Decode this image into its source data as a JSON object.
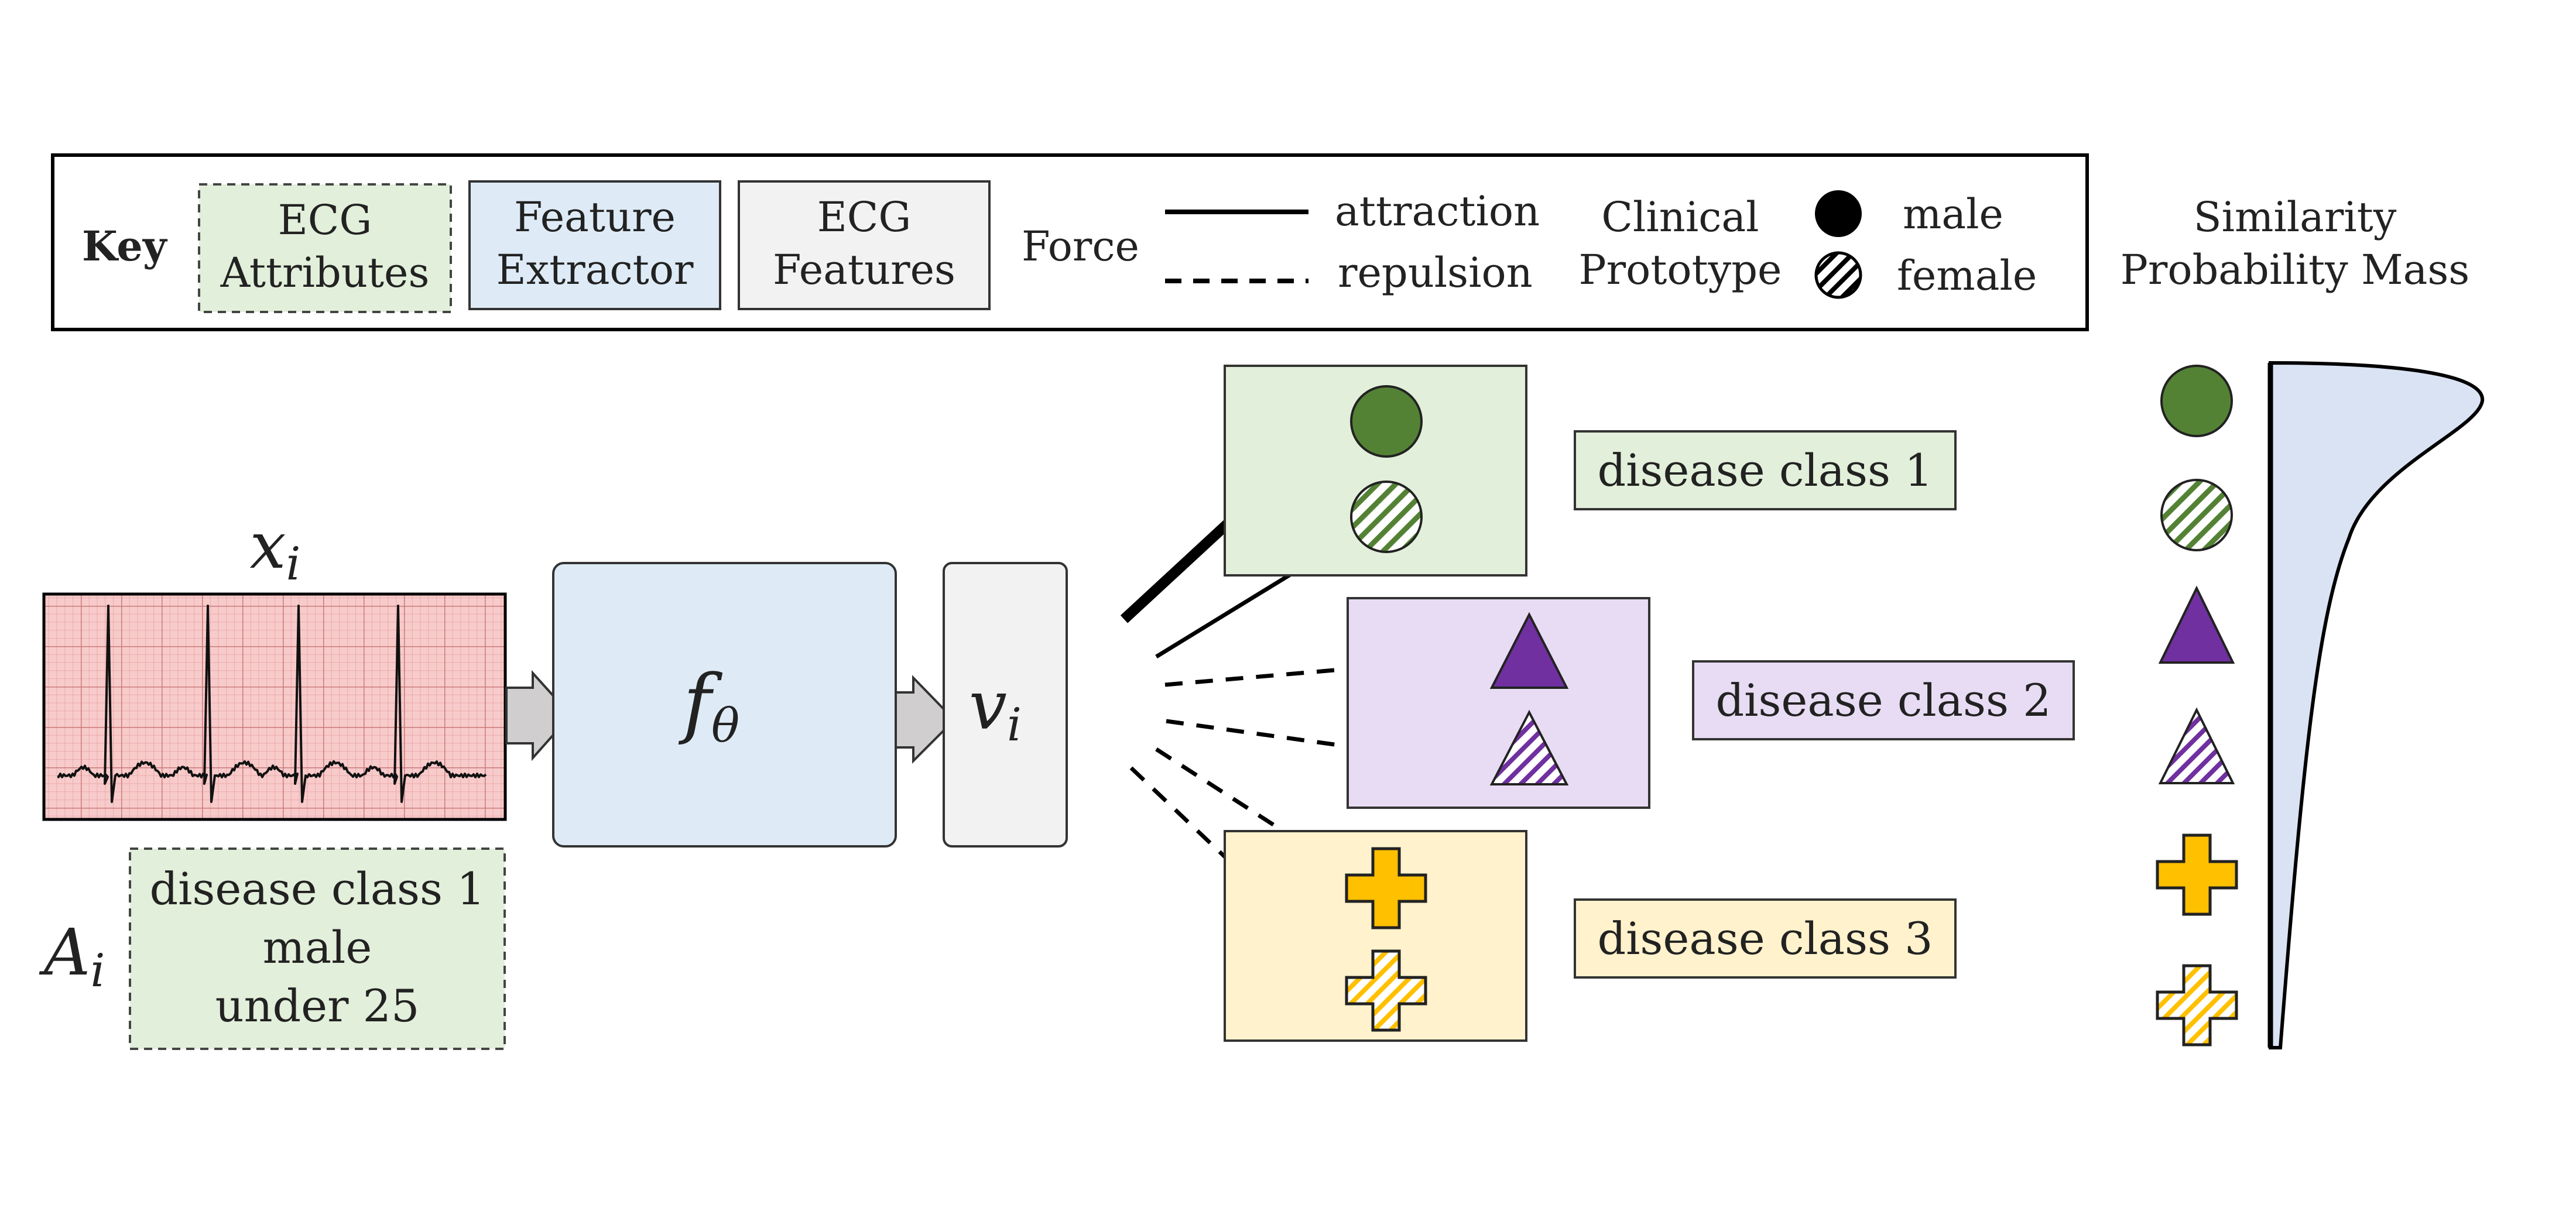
{
  "key": {
    "title": "Key",
    "ecg_attributes": [
      "ECG",
      "Attributes"
    ],
    "feature_extractor": [
      "Feature",
      "Extractor"
    ],
    "ecg_features": [
      "ECG",
      "Features"
    ],
    "force_label": "Force",
    "attraction_label": "attraction",
    "repulsion_label": "repulsion",
    "clinical_prototype": [
      "Clinical",
      "Prototype"
    ],
    "male_label": "male",
    "female_label": "female"
  },
  "similarity": {
    "title": [
      "Similarity",
      "Probability Mass"
    ]
  },
  "input": {
    "x_symbol": "x",
    "x_subscript": "i",
    "a_symbol": "A",
    "a_subscript": "i",
    "attributes": [
      "disease class 1",
      "male",
      "under 25"
    ]
  },
  "model": {
    "f_symbol": "f",
    "f_subscript": "θ",
    "v_symbol": "v",
    "v_subscript": "i"
  },
  "classes": [
    {
      "label": "disease class 1",
      "shape": "circle",
      "color": "#548235",
      "fill": "#e2efda"
    },
    {
      "label": "disease class 2",
      "shape": "triangle",
      "color": "#7030a0",
      "fill": "#e8dcf4"
    },
    {
      "label": "disease class 3",
      "shape": "cross",
      "color": "#ffc000",
      "fill": "#fff2cc"
    }
  ],
  "colors": {
    "ecg_attributes_fill": "#e2efda",
    "feature_extractor_fill": "#deebf7",
    "ecg_features_fill": "#f2f2f2",
    "ecg_signal_bg": "#f8cbcb",
    "distribution_fill": "#dae3f3"
  }
}
